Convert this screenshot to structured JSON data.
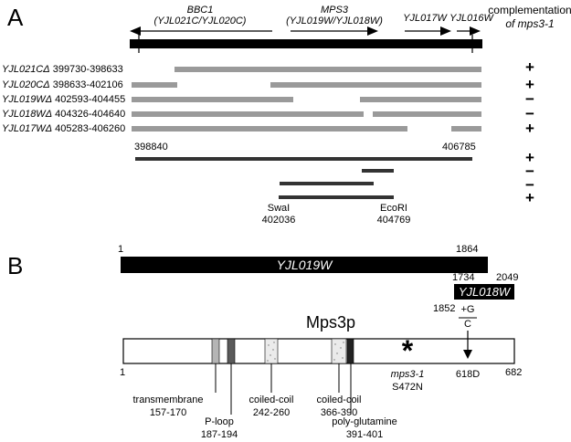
{
  "panel_a": {
    "label": "A",
    "complementation_header": {
      "line1": "complementation",
      "line2": "of mps3-1"
    },
    "genes": [
      {
        "name": "BBC1",
        "sub": "(YJL021C/YJL020C)"
      },
      {
        "name": "MPS3",
        "sub": "(YJL019W/YJL018W)"
      },
      {
        "name": "YJL017W"
      },
      {
        "name": "YJL016W"
      }
    ],
    "deletions": [
      {
        "name": "YJL021CΔ",
        "range": "399730-398633",
        "result": "+"
      },
      {
        "name": "YJL020CΔ",
        "range": "398633-402106",
        "result": "+"
      },
      {
        "name": "YJL019WΔ",
        "range": "402593-404455",
        "result": "−"
      },
      {
        "name": "YJL018WΔ",
        "range": "404326-404640",
        "result": "−"
      },
      {
        "name": "YJL017WΔ",
        "range": "405283-406260",
        "result": "+"
      }
    ],
    "fragment_start": "398840",
    "fragment_end": "406785",
    "fragment_results": [
      "+",
      "−",
      "−",
      "+"
    ],
    "site_swai": {
      "name": "SwaI",
      "pos": "402036"
    },
    "site_ecori": {
      "name": "EcoRI",
      "pos": "404769"
    }
  },
  "panel_b": {
    "label": "B",
    "orf1": {
      "name": "YJL019W",
      "start": "1",
      "end": "1864"
    },
    "orf2": {
      "name": "YJL018W",
      "start": "1734",
      "end": "2049"
    },
    "mutation": {
      "pos": "1852",
      "insert": "+G",
      "base": "C"
    },
    "protein": {
      "name": "Mps3p",
      "start": "1",
      "end": "682"
    },
    "mps3_1": {
      "allele": "mps3-1",
      "change": "S472N",
      "star": "*"
    },
    "residue_618": "618D",
    "domains": [
      {
        "name": "transmembrane",
        "range": "157-170"
      },
      {
        "name": "P-loop",
        "range": "187-194"
      },
      {
        "name": "coiled-coil",
        "range": "242-260"
      },
      {
        "name": "coiled-coil",
        "range": "366-390"
      },
      {
        "name": "poly-glutamine",
        "range": "391-401"
      }
    ]
  }
}
